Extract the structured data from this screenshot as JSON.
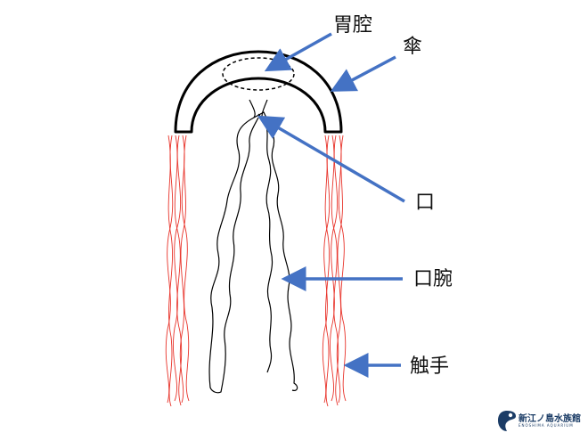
{
  "labels": {
    "stomach": "胃腔",
    "umbrella": "傘",
    "mouth": "口",
    "oral_arm": "口腕",
    "tentacle": "触手"
  },
  "logo": {
    "name": "新江ノ島水族館",
    "sub": "ENOSHIMA AQUARIUM"
  },
  "colors": {
    "arrow": "#4472c4",
    "tentacle": "#e8332a",
    "outline": "#000000",
    "logo": "#1b3c66"
  }
}
